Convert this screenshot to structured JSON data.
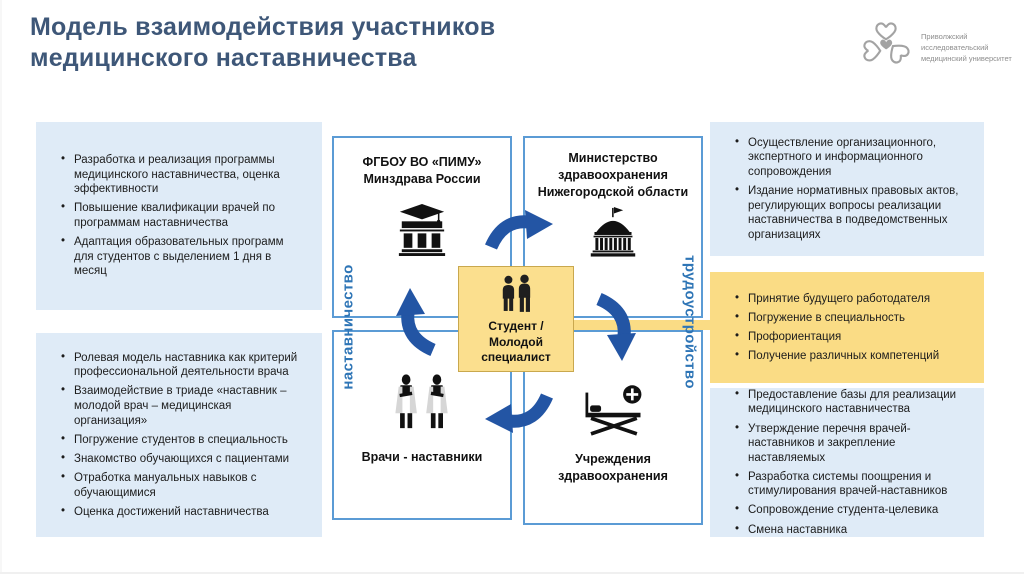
{
  "slide": {
    "title_line1": "Модель взаимодействия участников",
    "title_line2": "медицинского наставничества"
  },
  "logo": {
    "text": "Приволжский исследовательский медицинский университет"
  },
  "left_panel": {
    "box1": {
      "items": [
        "Разработка и реализация программы медицинского наставничества, оценка эффективности",
        "Повышение квалификации врачей по программам наставничества",
        "Адаптация образовательных программ для студентов с выделением 1 дня в месяц"
      ]
    },
    "box2": {
      "items": [
        "Ролевая модель наставника как критерий профессиональной деятельности врача",
        "Взаимодействие в триаде «наставник – молодой врач – медицинская организация»",
        "Погружение студентов в специальность",
        "Знакомство обучающихся с пациентами",
        "Отработка мануальных навыков с обучающимися",
        "Оценка достижений наставничества"
      ]
    }
  },
  "right_panel": {
    "box1": {
      "items": [
        "Осуществление организационного, экспертного и информационного сопровождения",
        "Издание нормативных правовых актов, регулирующих вопросы реализации наставничества в подведомственных организациях"
      ]
    },
    "box2": {
      "items": [
        "Принятие будущего работодателя",
        "Погружение в специальность",
        "Профориентация",
        "Получение различных компетенций"
      ]
    },
    "box3": {
      "items": [
        "Предоставление базы для реализации медицинского наставничества",
        "Утверждение перечня врачей-наставников и закрепление наставляемых",
        "Разработка системы поощрения и стимулирования врачей-наставников",
        "Сопровождение студента-целевика",
        "Смена наставника"
      ]
    }
  },
  "diagram": {
    "top_left": {
      "line1": "ФГБОУ ВО «ПИМУ»",
      "line2": "Минздрава России"
    },
    "top_right": {
      "name": "Министерство здравоохранения Нижегородской области"
    },
    "bottom_left": {
      "name": "Врачи - наставники"
    },
    "bottom_right": {
      "name": "Учреждения здравоохранения"
    },
    "center": {
      "name": "Студент / Молодой специалист"
    },
    "left_axis": "наставничество",
    "right_axis": "трудоустройство"
  },
  "colors": {
    "title": "#3e5778",
    "panel_blue": "#dfebf7",
    "panel_yellow": "#fadc85",
    "center_yellow": "#fbdf8e",
    "box_border_blue": "#5b9bd5",
    "axis_blue": "#2e75b6",
    "arrow_blue": "#2355a4",
    "icon_black": "#111111",
    "logo_gray": "#a3a3a3"
  }
}
